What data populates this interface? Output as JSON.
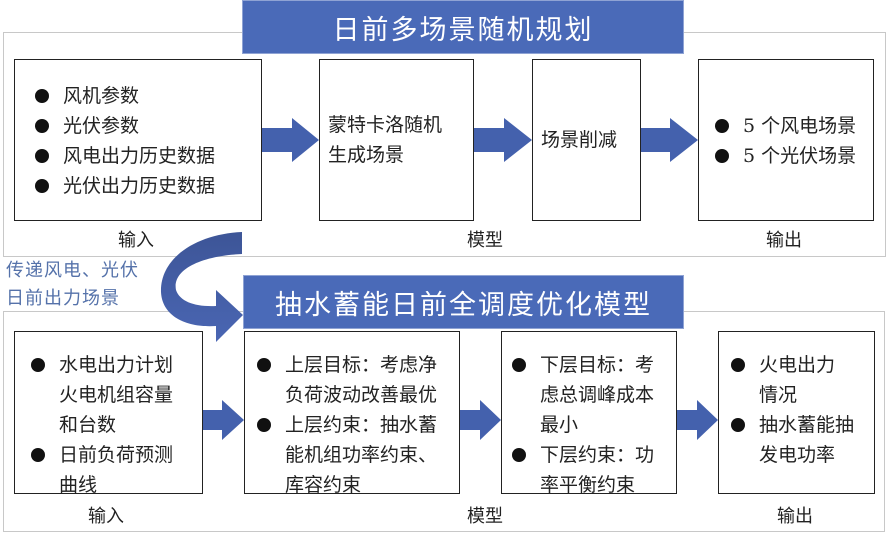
{
  "top_section": {
    "title": "日前多场景随机规划",
    "input_box": {
      "items": [
        "风机参数",
        "光伏参数",
        "风电出力历史数据",
        "光伏出力历史数据"
      ]
    },
    "model_box_1": {
      "lines": [
        "蒙特卡洛随机",
        "生成场景"
      ]
    },
    "model_box_2": {
      "text": "场景削减"
    },
    "output_box": {
      "items": [
        "5 个风电场景",
        "5 个光伏场景"
      ]
    },
    "captions": {
      "input": "输入",
      "model": "模型",
      "output": "输出"
    }
  },
  "transfer_label": {
    "lines": [
      "传递风电、光伏",
      "日前出力场景"
    ]
  },
  "bottom_section": {
    "title": "抽水蓄能日前全调度优化模型",
    "input_box": {
      "items": [
        {
          "lines": [
            "水电出力计划",
            "火电机组容量",
            "和台数"
          ]
        },
        {
          "lines": [
            "日前负荷预测",
            "曲线"
          ]
        }
      ]
    },
    "upper_layer_box": {
      "items": [
        {
          "lines": [
            "上层目标：考虑净",
            "负荷波动改善最优"
          ]
        },
        {
          "lines": [
            "上层约束：抽水蓄",
            "能机组功率约束、",
            "库容约束"
          ]
        }
      ]
    },
    "lower_layer_box": {
      "items": [
        {
          "lines": [
            "下层目标：考",
            "虑总调峰成本",
            "最小"
          ]
        },
        {
          "lines": [
            "下层约束：功",
            "率平衡约束"
          ]
        }
      ]
    },
    "output_box": {
      "items": [
        {
          "lines": [
            "火电出力",
            "情况"
          ]
        },
        {
          "lines": [
            "抽水蓄能抽",
            "发电功率"
          ]
        }
      ]
    },
    "captions": {
      "input": "输入",
      "model": "模型",
      "output": "输出"
    }
  },
  "colors": {
    "banner": "#4a6ab8",
    "arrow": "#4461ad",
    "side_text": "#5572aa",
    "panel_border": "#c8c8c8"
  }
}
